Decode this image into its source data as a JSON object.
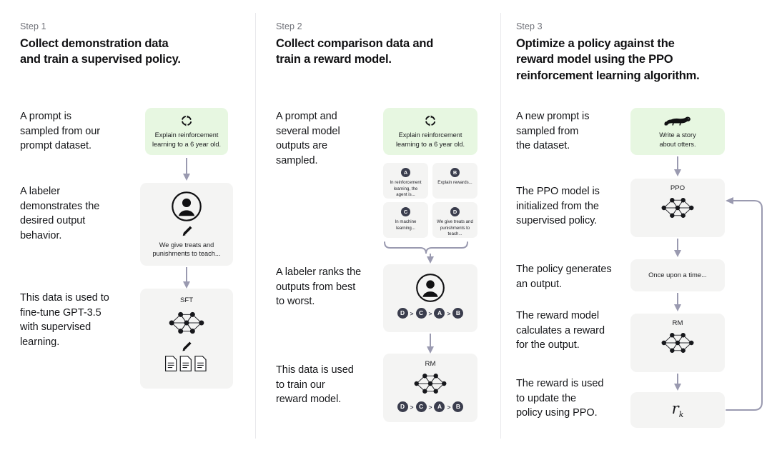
{
  "diagram": {
    "title": "InstructGPT / RLHF three-step training diagram",
    "colors": {
      "green_box": "#e7f7e1",
      "gray_box": "#f4f4f3",
      "arrow": "#9a9ab0",
      "badge": "#3a3d4d",
      "divider": "#e9e9ec",
      "step_label": "#6f7178",
      "text": "#111113"
    }
  },
  "columns": [
    {
      "step_label": "Step 1",
      "title": "Collect demonstration data\nand train a supervised policy.",
      "captions": [
        "A prompt is\nsampled from our\nprompt dataset.",
        "A labeler\ndemonstrates the\ndesired output\nbehavior.",
        "This data is used to\nfine-tune GPT-3.5\nwith supervised\nlearning."
      ],
      "boxes": [
        {
          "kind": "prompt",
          "icon": "refresh-cycle-icon",
          "text": "Explain reinforcement\nlearning to a 6 year old."
        },
        {
          "kind": "labeler",
          "icon": "person-circle-icon",
          "icon2": "pencil-icon",
          "text": "We give treats and\npunishments to teach..."
        },
        {
          "kind": "model",
          "title": "SFT",
          "icon": "neural-network-icon",
          "icon2": "pencil-icon",
          "icon3": "documents-icon"
        }
      ]
    },
    {
      "step_label": "Step 2",
      "title": "Collect comparison data and\ntrain a reward model.",
      "captions": [
        "A prompt and\nseveral model\noutputs are\nsampled.",
        "A labeler ranks the\noutputs from best\nto worst.",
        "This data is used\nto train our\nreward model."
      ],
      "boxes": [
        {
          "kind": "prompt",
          "icon": "refresh-cycle-icon",
          "text": "Explain reinforcement\nlearning to a 6 year old."
        }
      ],
      "outputs": [
        {
          "badge": "A",
          "text": "In reinforcement\nlearning, the\nagent is..."
        },
        {
          "badge": "B",
          "text": "Explain rewards..."
        },
        {
          "badge": "C",
          "text": "In machine\nlearning..."
        },
        {
          "badge": "D",
          "text": "We give treats and\npunishments to\nteach..."
        }
      ],
      "ranking": [
        "D",
        "C",
        "A",
        "B"
      ],
      "ranking_separator": ">",
      "rank_box_icon": "person-circle-icon",
      "reward_model_title": "RM",
      "reward_model_icon": "neural-network-icon"
    },
    {
      "step_label": "Step 3",
      "title": "Optimize a policy against the\nreward model using the PPO\nreinforcement learning algorithm.",
      "captions": [
        "A new prompt is\nsampled from\nthe dataset.",
        "The PPO model is\ninitialized from the\nsupervised policy.",
        "The policy generates\nan output.",
        "The reward model\ncalculates a reward\nfor the output.",
        "The reward is used\nto update the\npolicy using PPO."
      ],
      "boxes": [
        {
          "kind": "prompt",
          "icon": "otter-icon",
          "text": "Write a story\nabout otters."
        },
        {
          "kind": "model",
          "title": "PPO",
          "icon": "neural-network-icon"
        },
        {
          "kind": "output",
          "text": "Once upon a time..."
        },
        {
          "kind": "model",
          "title": "RM",
          "icon": "neural-network-icon"
        },
        {
          "kind": "reward",
          "symbol": "r",
          "subscript": "k"
        }
      ],
      "feedback_loop": "reward-feedback-arrow"
    }
  ]
}
